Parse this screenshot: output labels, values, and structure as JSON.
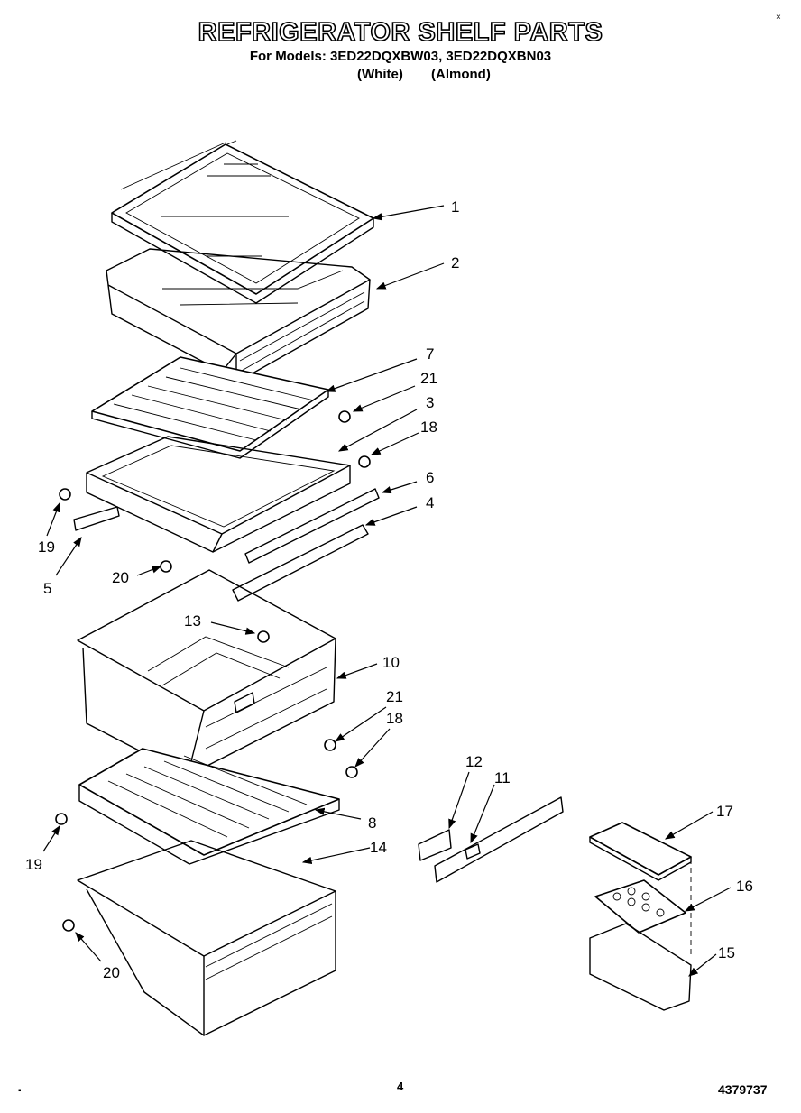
{
  "header": {
    "title": "REFRIGERATOR SHELF PARTS",
    "subtitle": "For Models: 3ED22DQXBW03, 3ED22DQXBN03",
    "color_white": "(White)",
    "color_almond": "(Almond)"
  },
  "callouts": [
    "1",
    "2",
    "7",
    "21",
    "3",
    "18",
    "6",
    "4",
    "19",
    "5",
    "20",
    "13",
    "10",
    "21",
    "18",
    "12",
    "11",
    "17",
    "8",
    "19",
    "14",
    "16",
    "15",
    "20"
  ],
  "footer": {
    "page_number": "4",
    "document_number": "4379737",
    "mark_top": "×",
    "mark_bottom": "▪"
  }
}
